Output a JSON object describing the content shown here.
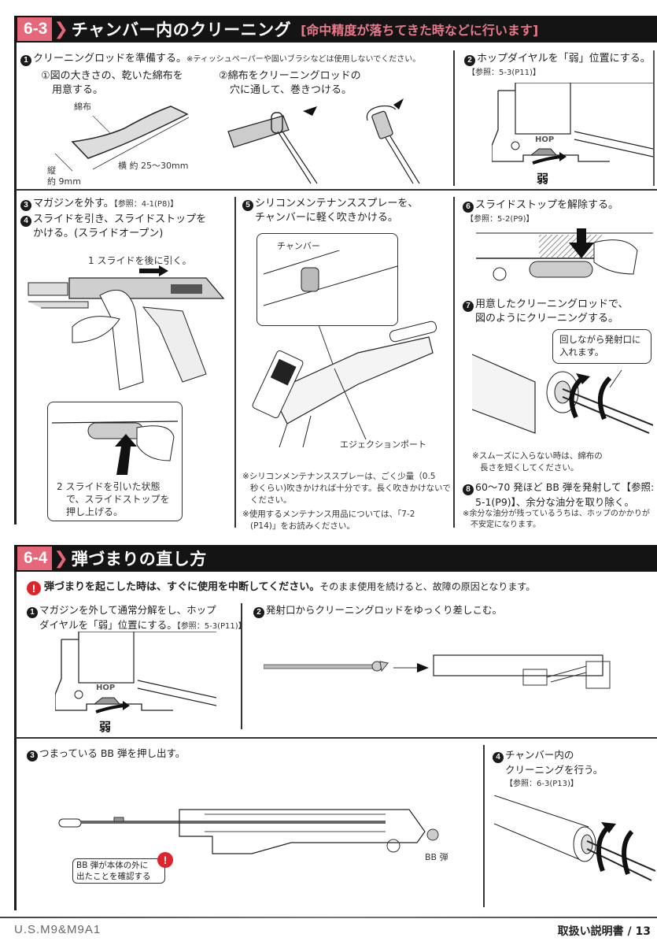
{
  "section_63": {
    "number": "6-3",
    "title": "チャンバー内のクリーニング",
    "subtitle": "[命中精度が落ちてきた時などに行います]",
    "steps": {
      "s1": {
        "num": "1",
        "text": "クリーニングロッドを準備する。",
        "note": "※ティッシュペーパーや固いブラシなどは使用しないでください。",
        "sub1": "①図の大きさの、乾いた綿布を",
        "sub1b": "用意する。",
        "sub2": "②綿布をクリーニングロッドの",
        "sub2b": "穴に通して、巻きつける。",
        "label_cloth": "綿布",
        "label_width": "横 約 25〜30mm",
        "label_height_a": "縦",
        "label_height_b": "約 9mm"
      },
      "s2": {
        "num": "2",
        "text": "ホップダイヤルを「弱」位置にする。",
        "ref": "【参照：5-3(P11)】",
        "hop_label": "HOP",
        "weak_label": "弱"
      },
      "s3": {
        "num": "3",
        "text": "マガジンを外す。",
        "ref": "【参照：4-1(P8)】"
      },
      "s4": {
        "num": "4",
        "text": "スライドを引き、スライドストップを",
        "text_b": "かける。(スライドオープン)",
        "caption1": "1 スライドを後に引く。",
        "caption2_a": "2 スライドを引いた状態",
        "caption2_b": "で、スライドストップを",
        "caption2_c": "押し上げる。"
      },
      "s5": {
        "num": "5",
        "text": "シリコンメンテナンススプレーを、",
        "text_b": "チャンバーに軽く吹きかける。",
        "label_chamber": "チャンバー",
        "label_port": "エジェクションポート",
        "note1_a": "※シリコンメンテナンススプレーは、ごく少量（0.5",
        "note1_b": "秒くらい)吹きかければ十分です。長く吹きかけないで",
        "note1_c": "ください。",
        "note2_a": "※使用するメンテナンス用品については、「7-2",
        "note2_b": "(P14)」をお読みください。"
      },
      "s6": {
        "num": "6",
        "text": "スライドストップを解除する。",
        "ref": "【参照：5-2(P9)】"
      },
      "s7": {
        "num": "7",
        "text": "用意したクリーニングロッドで、",
        "text_b": "図のようにクリーニングする。",
        "callout_a": "回しながら発射口に",
        "callout_b": "入れます。",
        "note_a": "※スムーズに入らない時は、綿布の",
        "note_b": "長さを短くしてください。"
      },
      "s8": {
        "num": "8",
        "text": "60〜70 発ほど BB 弾を発射して【参照:",
        "text_b": "5-1(P9)】、余分な油分を取り除く。",
        "note_a": "※余分な油分が残っているうちは、ホップのかかりが",
        "note_b": "不安定になります。"
      }
    }
  },
  "section_64": {
    "number": "6-4",
    "title": "弾づまりの直し方",
    "warning_bold": "弾づまりを起こした時は、すぐに使用を中断してください。",
    "warning_rest": "そのまま使用を続けると、故障の原因となります。",
    "steps": {
      "s1": {
        "num": "1",
        "text": "マガジンを外して通常分解をし、ホップ",
        "text_b": "ダイヤルを「弱」位置にする。",
        "ref": "【参照：5-3(P11)】",
        "hop_label": "HOP",
        "weak_label": "弱"
      },
      "s2": {
        "num": "2",
        "text": "発射口からクリーニングロッドをゆっくり差しこむ。"
      },
      "s3": {
        "num": "3",
        "text": "つまっている BB 弾を押し出す。",
        "callout_a": "BB 弾が本体の外に",
        "callout_b": "出たことを確認する",
        "label_bb": "BB 弾"
      },
      "s4": {
        "num": "4",
        "text": "チャンバー内の",
        "text_b": "クリーニングを行う。",
        "ref": "【参照：6-3(P13)】"
      }
    }
  },
  "footer": {
    "model": "U.S.M9&M9A1",
    "manual": "取扱い説明書 / 13"
  },
  "colors": {
    "header_bg": "#141414",
    "accent_pink": "#e6667a",
    "warning_red": "#e0222a"
  }
}
